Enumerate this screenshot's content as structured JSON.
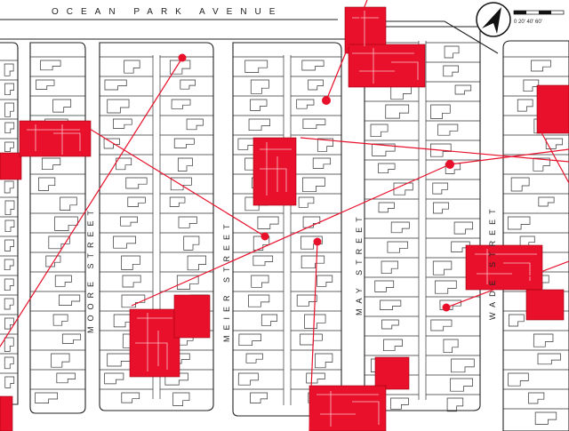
{
  "streets": {
    "top": "OCEAN PARK AVENUE",
    "s1": "MOORE STREET",
    "s2": "MEIER STREET",
    "s3": "MAY STREET",
    "s4": "WADE STREET"
  },
  "scale_text": "0  20' 40' 60'",
  "colors": {
    "accent": "#e8102a",
    "ink": "#222222",
    "paper": "#ffffff"
  },
  "icons": [
    "north-arrow-icon"
  ]
}
